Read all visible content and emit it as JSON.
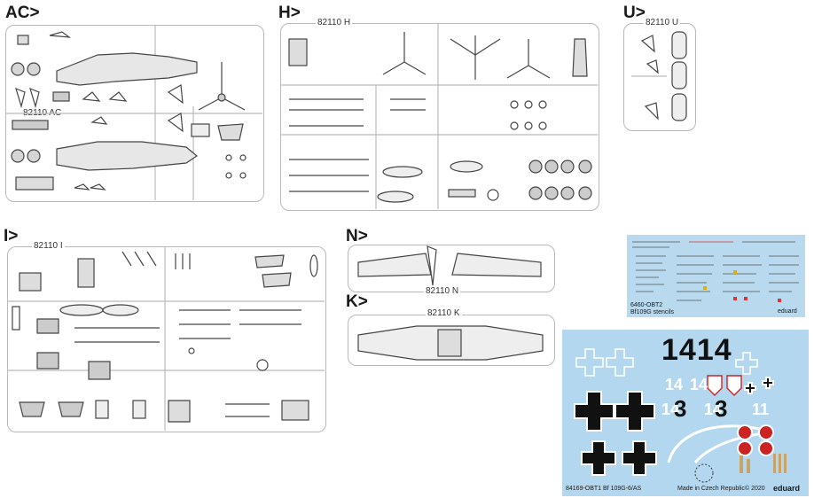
{
  "sprues": {
    "ac": {
      "label": "AC>",
      "code": "82110 AC"
    },
    "h": {
      "label": "H>",
      "code": "82110 H"
    },
    "u": {
      "label": "U>",
      "code": "82110 U"
    },
    "i": {
      "label": "I>",
      "code": "82110 I"
    },
    "n": {
      "label": "N>",
      "code": "82110 N"
    },
    "k": {
      "label": "K>",
      "code": "82110 K"
    }
  },
  "decal_small": {
    "tag": "6460-OBT2",
    "caption": "Bf109G stencils",
    "brand": "eduard"
  },
  "decal_big": {
    "big_number": "1414",
    "white_numbers": [
      "14",
      "14",
      "14",
      "14",
      "11"
    ],
    "black_numbers": [
      "3",
      "3"
    ],
    "catalog": "84169-OBT1 Bf 109G-6/AS",
    "made_in": "Made in Czech Republic",
    "year": "© 2020",
    "brand": "eduard"
  }
}
